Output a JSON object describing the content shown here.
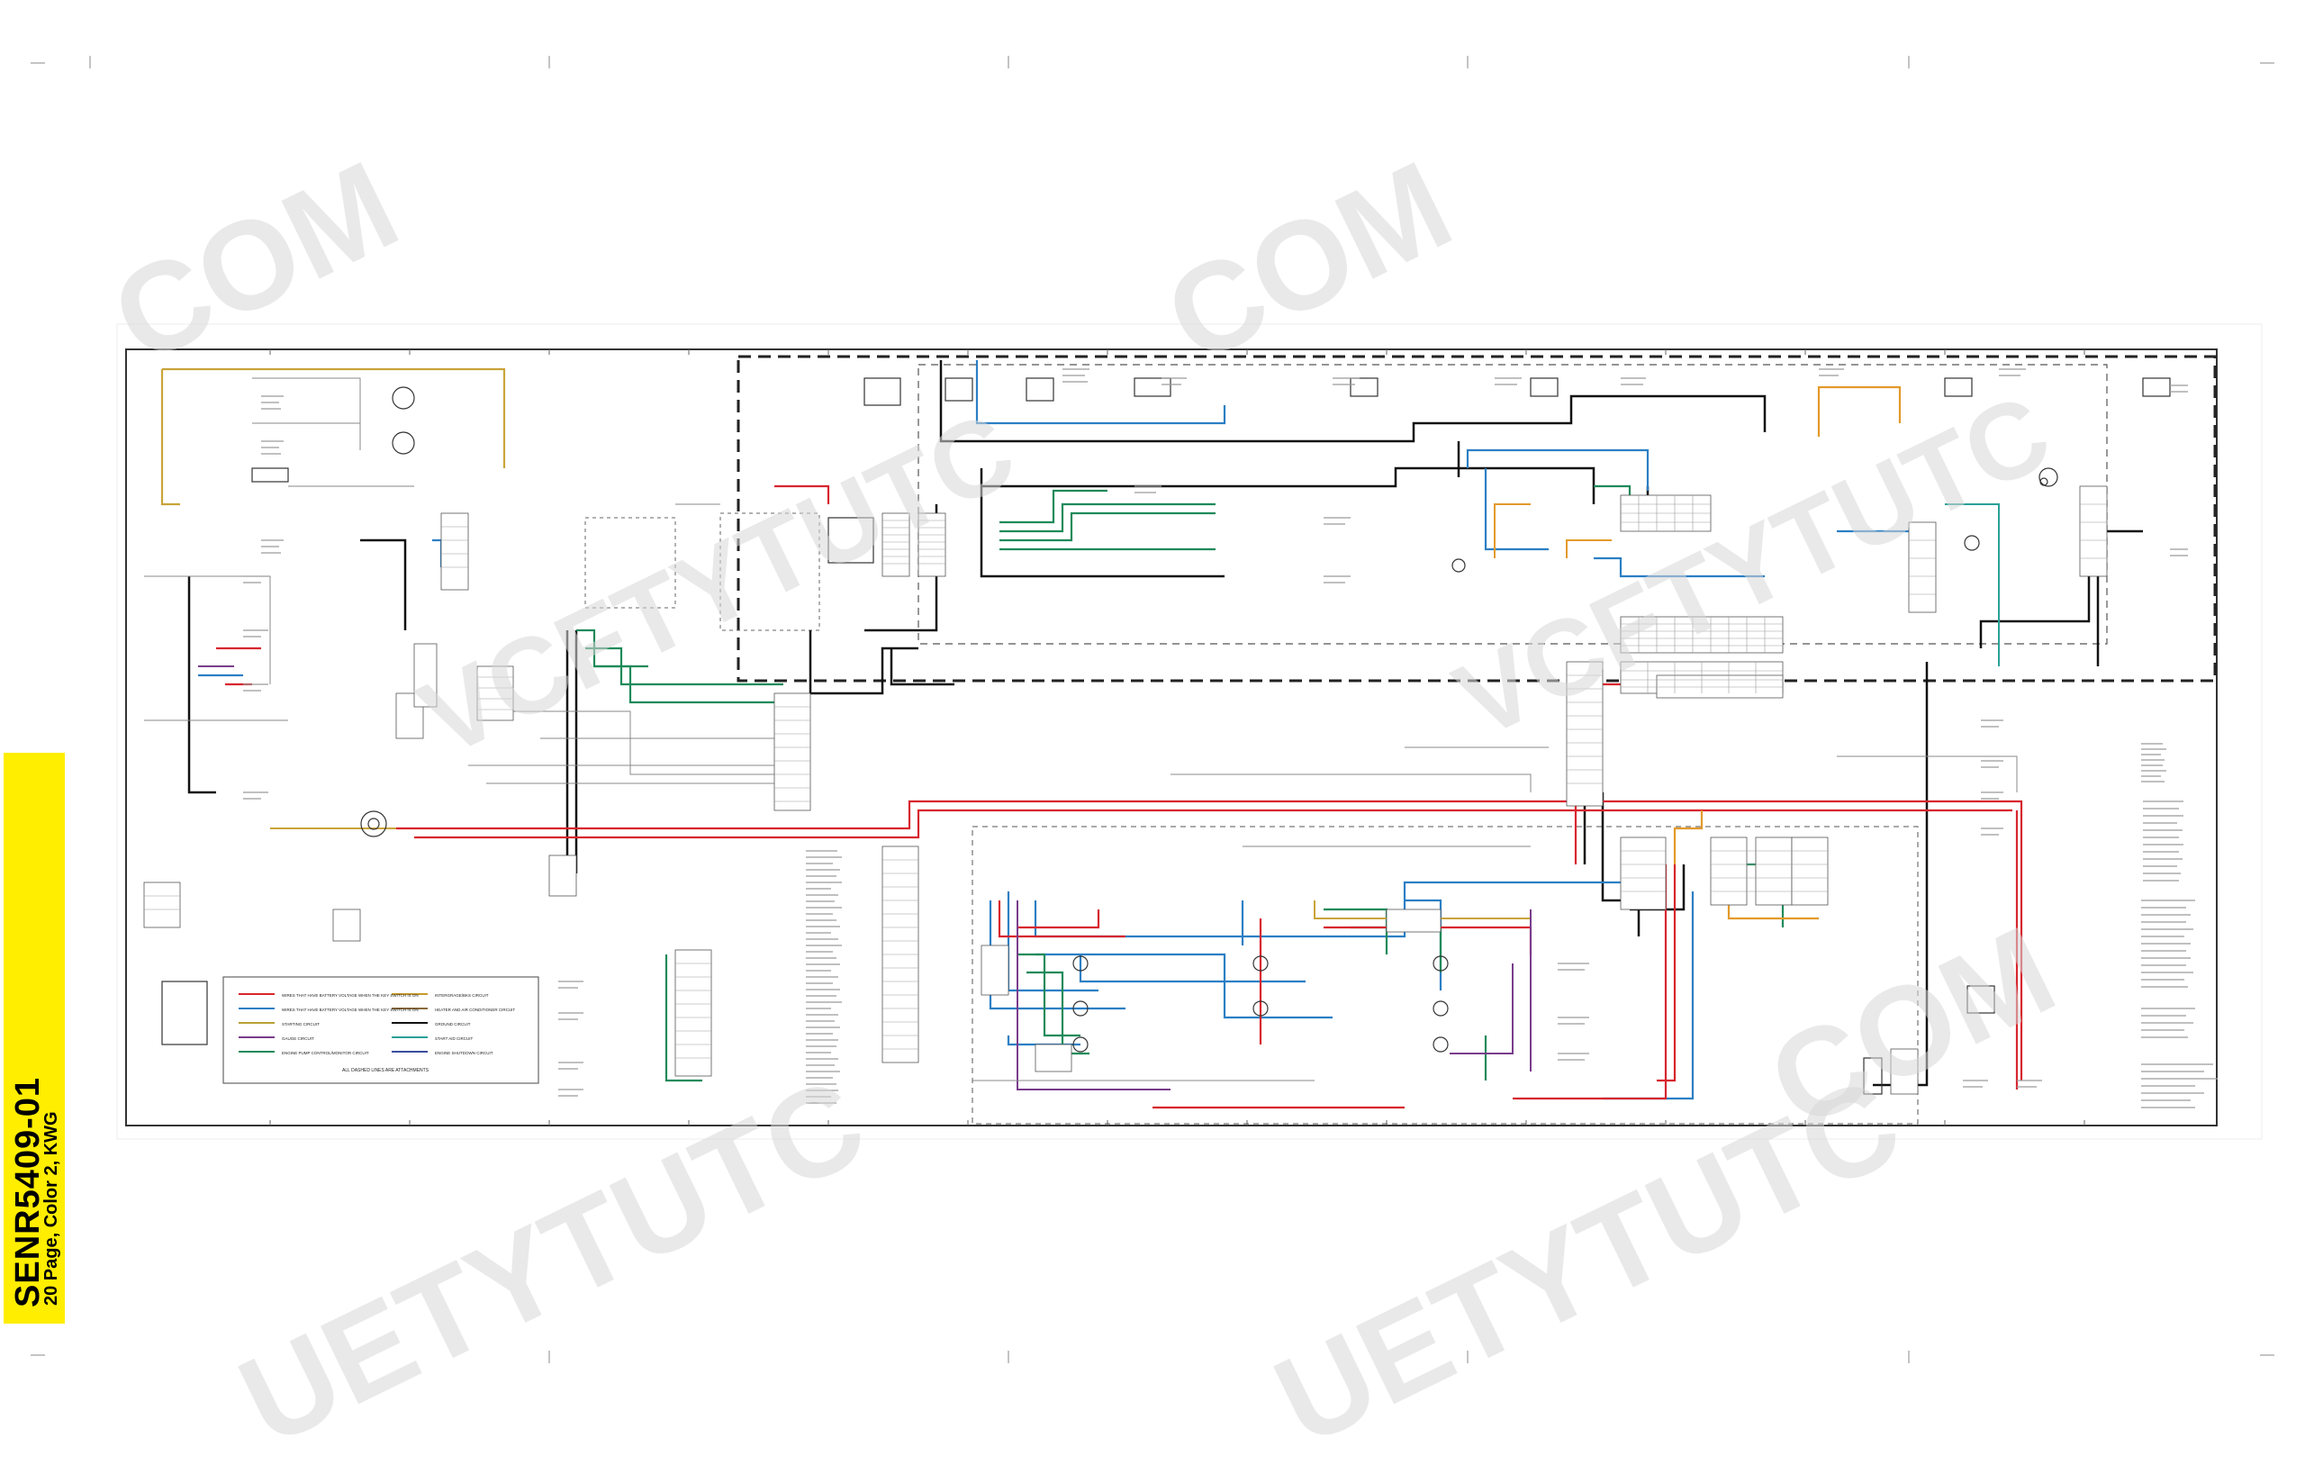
{
  "sidebar": {
    "document_number": "SENR5409-01",
    "document_subtitle": "20 Page, Color 2, KWG"
  },
  "watermark": {
    "fragments": [
      "COM",
      "COM",
      "VCFTYTUTC",
      "VCFTYTUTC",
      "COM",
      "UETYTUTC",
      "UETYTUTC"
    ]
  },
  "legend": {
    "entries": [
      {
        "label": "WIRES THAT HAVE BATTERY VOLTAGE WHEN THE KEY SWITCH IS ON",
        "color": "#d7262e"
      },
      {
        "label": "WIRES THAT HAVE BATTERY VOLTAGE WHEN THE KEY SWITCH IS ON",
        "color": "#2b7fc4"
      },
      {
        "label": "STARTING CIRCUIT",
        "color": "#b8a136"
      },
      {
        "label": "GAUGE CIRCUIT",
        "color": "#7a3c8c"
      },
      {
        "label": "ENGINE PUMP CONTROL/MONITOR CIRCUIT",
        "color": "#1f8a5a"
      },
      {
        "label": "INTERGRAGE/BKS CIRCUIT",
        "color": "#c79a2a"
      },
      {
        "label": "HEATER AND AIR CONDITIONER CIRCUIT",
        "color": "#8a6a3a"
      },
      {
        "label": "GROUND CIRCUIT",
        "color": "#111111"
      },
      {
        "label": "START AID CIRCUIT",
        "color": "#2aa198"
      },
      {
        "label": "ENGINE SHUTDOWN CIRCUIT",
        "color": "#3a4ea0"
      }
    ],
    "note": "ALL DASHED LINES ARE ATTACHMENTS"
  },
  "colors": {
    "red": "#d7262e",
    "blue": "#2b7fc4",
    "green": "#1f8a5a",
    "yellow": "#c9a43a",
    "orange": "#e39a2a",
    "purple": "#7a3c8c",
    "teal": "#2aa198",
    "black": "#111111"
  }
}
